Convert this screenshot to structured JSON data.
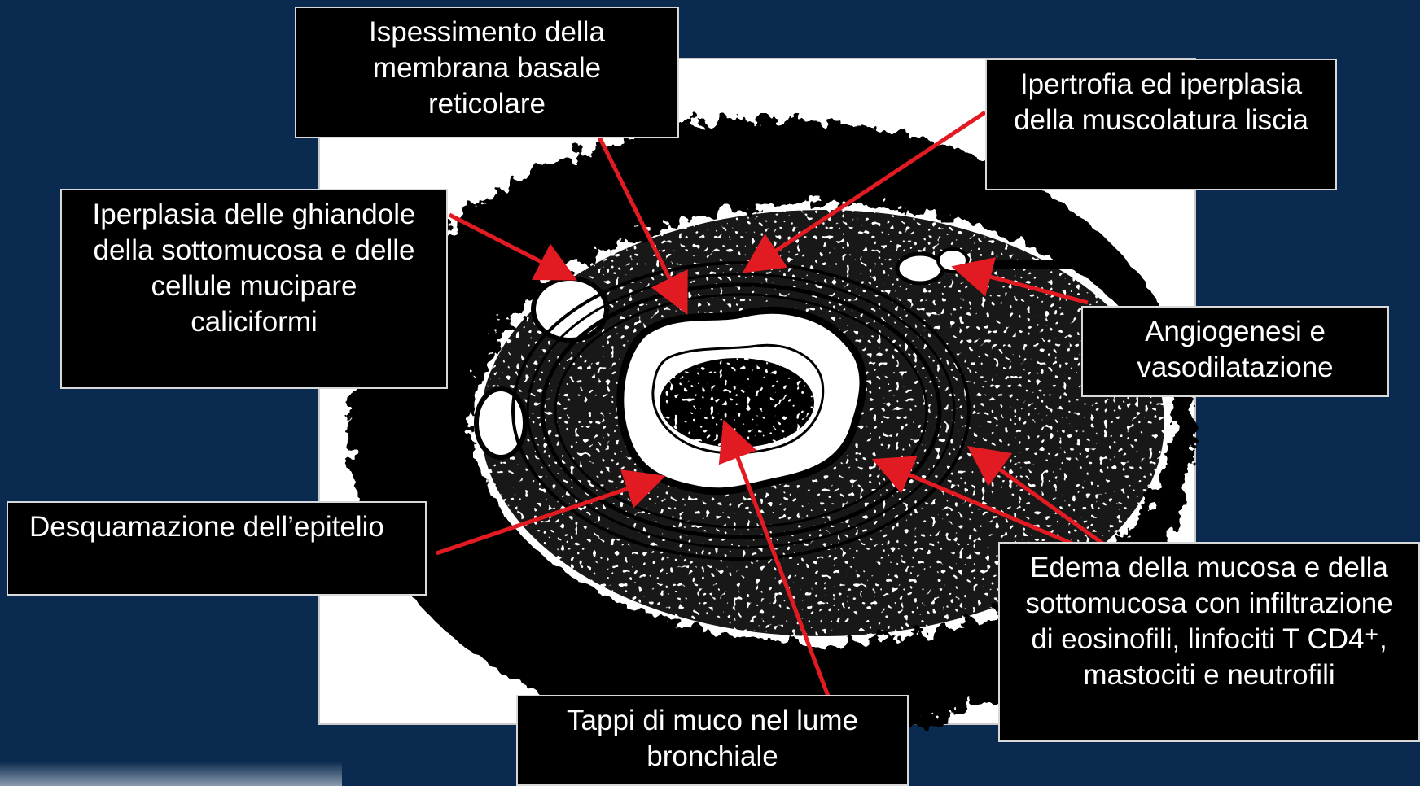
{
  "labels": {
    "membrana": "Ispessimento della\nmembrana basale\nreticolare",
    "muscolatura": "Ipertrofia ed iperplasia\ndella muscolatura liscia",
    "ghiandole": "Iperplasia delle ghiandole\ndella sottomucosa e delle\ncellule mucipare\ncaliciformi",
    "angiogenesi": "Angiogenesi e\nvasodilatazione",
    "desquamazione": "Desquamazione dell’epitelio",
    "edema": "Edema della mucosa e della\nsottomucosa con infiltrazione\ndi eosinofili, linfociti T CD4⁺,\nmastociti e neutrofili",
    "muco": "Tappi di muco nel lume\nbronchiale"
  },
  "colors": {
    "background": "#0b2a4f",
    "label_bg": "#000000",
    "label_text": "#ffffff",
    "arrow": "#e21b23",
    "illustration_bg": "#ffffff",
    "tissue": "#000000"
  }
}
